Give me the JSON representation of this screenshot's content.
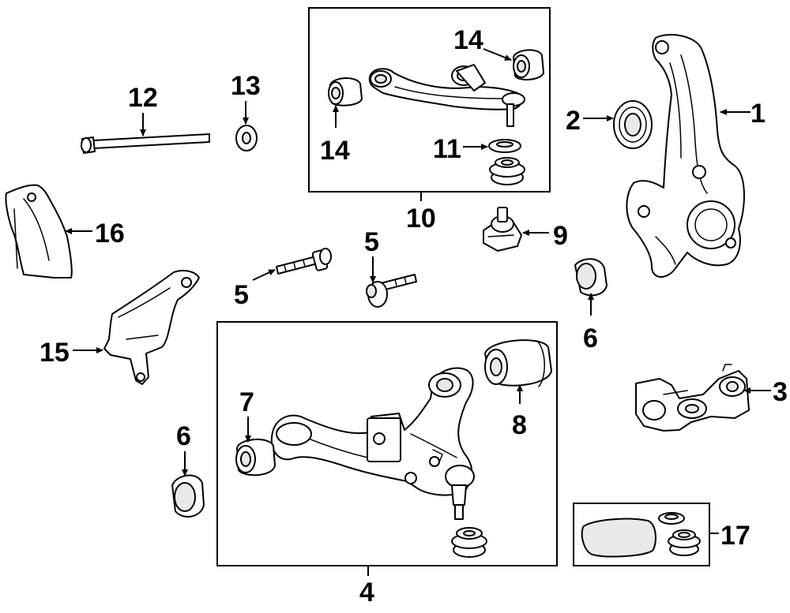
{
  "callouts": {
    "c1": "1",
    "c2": "2",
    "c3": "3",
    "c4": "4",
    "c5a": "5",
    "c5b": "5",
    "c6a": "6",
    "c6b": "6",
    "c7": "7",
    "c8": "8",
    "c9": "9",
    "c10": "10",
    "c11": "11",
    "c12": "12",
    "c13": "13",
    "c14a": "14",
    "c14b": "14",
    "c15": "15",
    "c16": "16",
    "c17": "17"
  }
}
